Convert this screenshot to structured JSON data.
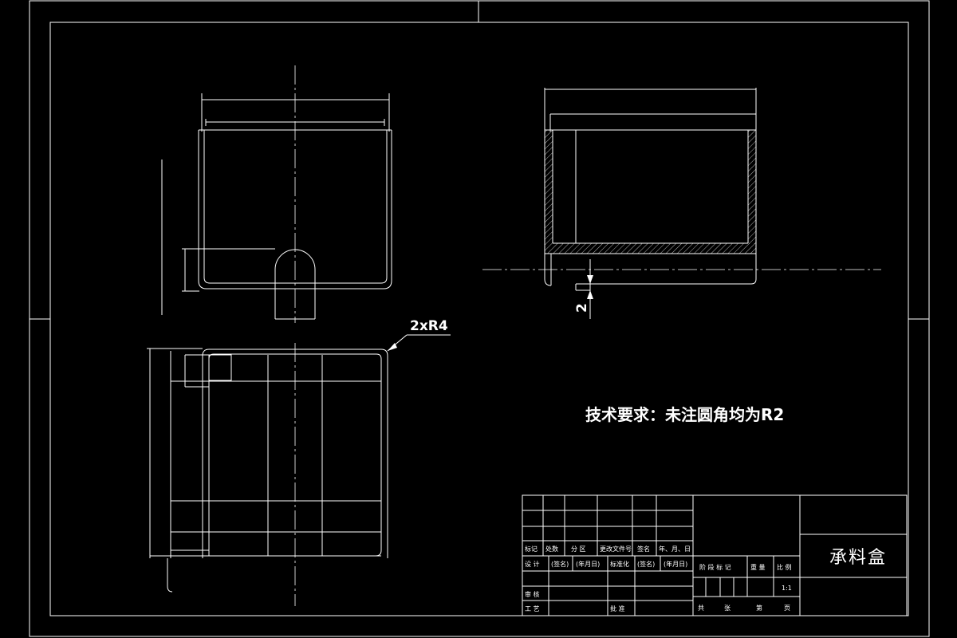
{
  "drawing": {
    "tech_note": "技术要求：未注圆角均为R2",
    "dim_radius": "2xR4",
    "dim_gap": "2"
  },
  "title_block": {
    "part_name": "承料盒",
    "row_labels": {
      "mark": "标记",
      "count": "处数",
      "zone": "分 区",
      "change_doc": "更改文件号",
      "sign": "签名",
      "date_ymd": "年、月、日"
    },
    "design_row": {
      "design": "设 计",
      "signed": "(签名)",
      "date": "(年月日)",
      "standardization": "标准化",
      "signed2": "(签名)",
      "date2": "(年月日)"
    },
    "review": "审 核",
    "process": "工 艺",
    "approve": "批 准",
    "stage_labels": {
      "stage_mark": "阶 段 标 记",
      "weight": "重 量",
      "scale": "比 例"
    },
    "scale_value": "1:1",
    "sheet_labels": {
      "total": "共",
      "sheets": "张",
      "page": "第",
      "page_unit": "页"
    }
  }
}
